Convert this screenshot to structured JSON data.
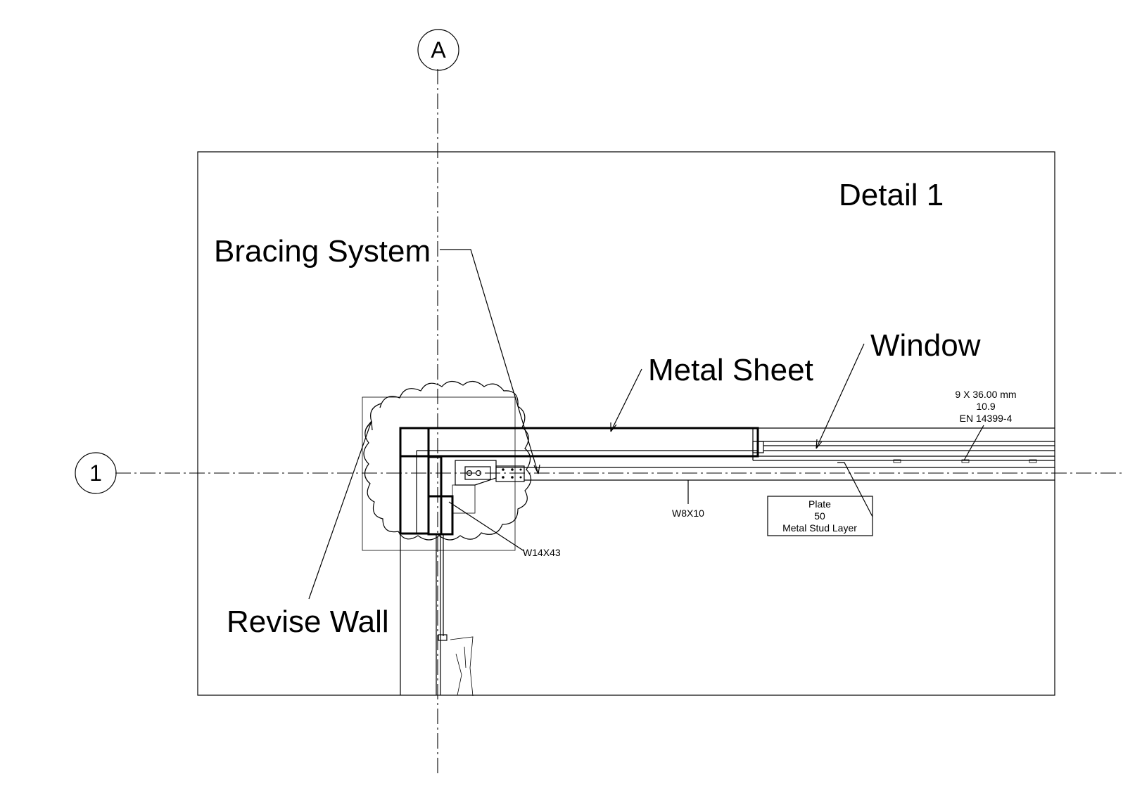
{
  "grid": {
    "column_label": "A",
    "row_label": "1"
  },
  "detail_title": "Detail 1",
  "annotations": {
    "bracing": "Bracing System",
    "metal_sheet": "Metal Sheet",
    "window": "Window",
    "revise_wall": "Revise Wall"
  },
  "tags": {
    "window_spec": [
      "9 X 36.00 mm",
      "10.9",
      "EN 14399-4"
    ],
    "beam": "W8X10",
    "column": "W14X43",
    "plate": [
      "Plate",
      "50",
      "Metal Stud Layer"
    ]
  }
}
